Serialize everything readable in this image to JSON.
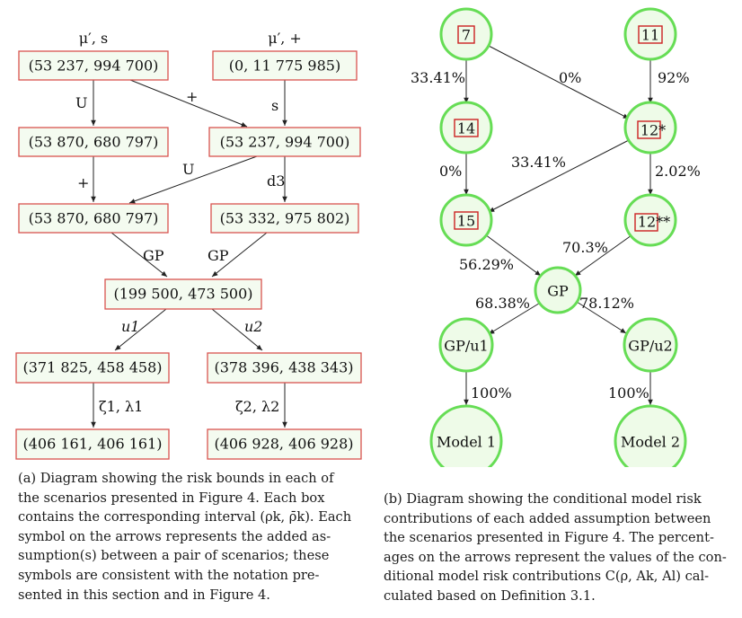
{
  "panel_a": {
    "headers": [
      "μ′, s",
      "μ′, +"
    ],
    "boxes": [
      "(53 237, 994 700)",
      "(0, 11 775 985)",
      "(53 870, 680 797)",
      "(53 237, 994 700)",
      "(53 870, 680 797)",
      "(53 332, 975 802)",
      "(199 500, 473 500)",
      "(371 825, 458 458)",
      "(378 396, 438 343)",
      "(406 161, 406 161)",
      "(406 928, 406 928)"
    ],
    "edge_labels": [
      "U",
      "+",
      "s",
      "+",
      "U",
      "d3",
      "GP",
      "GP",
      "u1",
      "u2",
      "ζ1, λ1",
      "ζ2, λ2"
    ],
    "caption": [
      "(a) Diagram showing the risk bounds in each of",
      "the scenarios presented in Figure 4. Each box",
      "contains the corresponding interval (ρk, ρ̄k). Each",
      "symbol on the arrows represents the added as-",
      "sumption(s) between a pair of scenarios; these",
      "symbols are consistent with the notation pre-",
      "sented in this section and in Figure 4."
    ]
  },
  "panel_b": {
    "nodes": [
      "7",
      "11",
      "14",
      "12*",
      "15",
      "12**",
      "GP",
      "GP/u1",
      "GP/u2",
      "Model 1",
      "Model 2"
    ],
    "edge_labels": [
      "33.41%",
      "0%",
      "92%",
      "0%",
      "33.41%",
      "2.02%",
      "56.29%",
      "70.3%",
      "68.38%",
      "78.12%",
      "100%",
      "100%"
    ],
    "caption": [
      "(b) Diagram showing the conditional model risk",
      "contributions of each added assumption between",
      "the scenarios presented in Figure 4. The percent-",
      "ages on the arrows represent the values of the con-",
      "ditional model risk contributions C(ρ, Ak, Al) cal-",
      "culated based on Definition 3.1."
    ]
  },
  "colors": {
    "box_border": "#d9534f",
    "box_fill": "#f4fbf0",
    "circle_border": "#66dd55",
    "circle_fill": "#eefbe8",
    "reference": "#cc2222"
  }
}
